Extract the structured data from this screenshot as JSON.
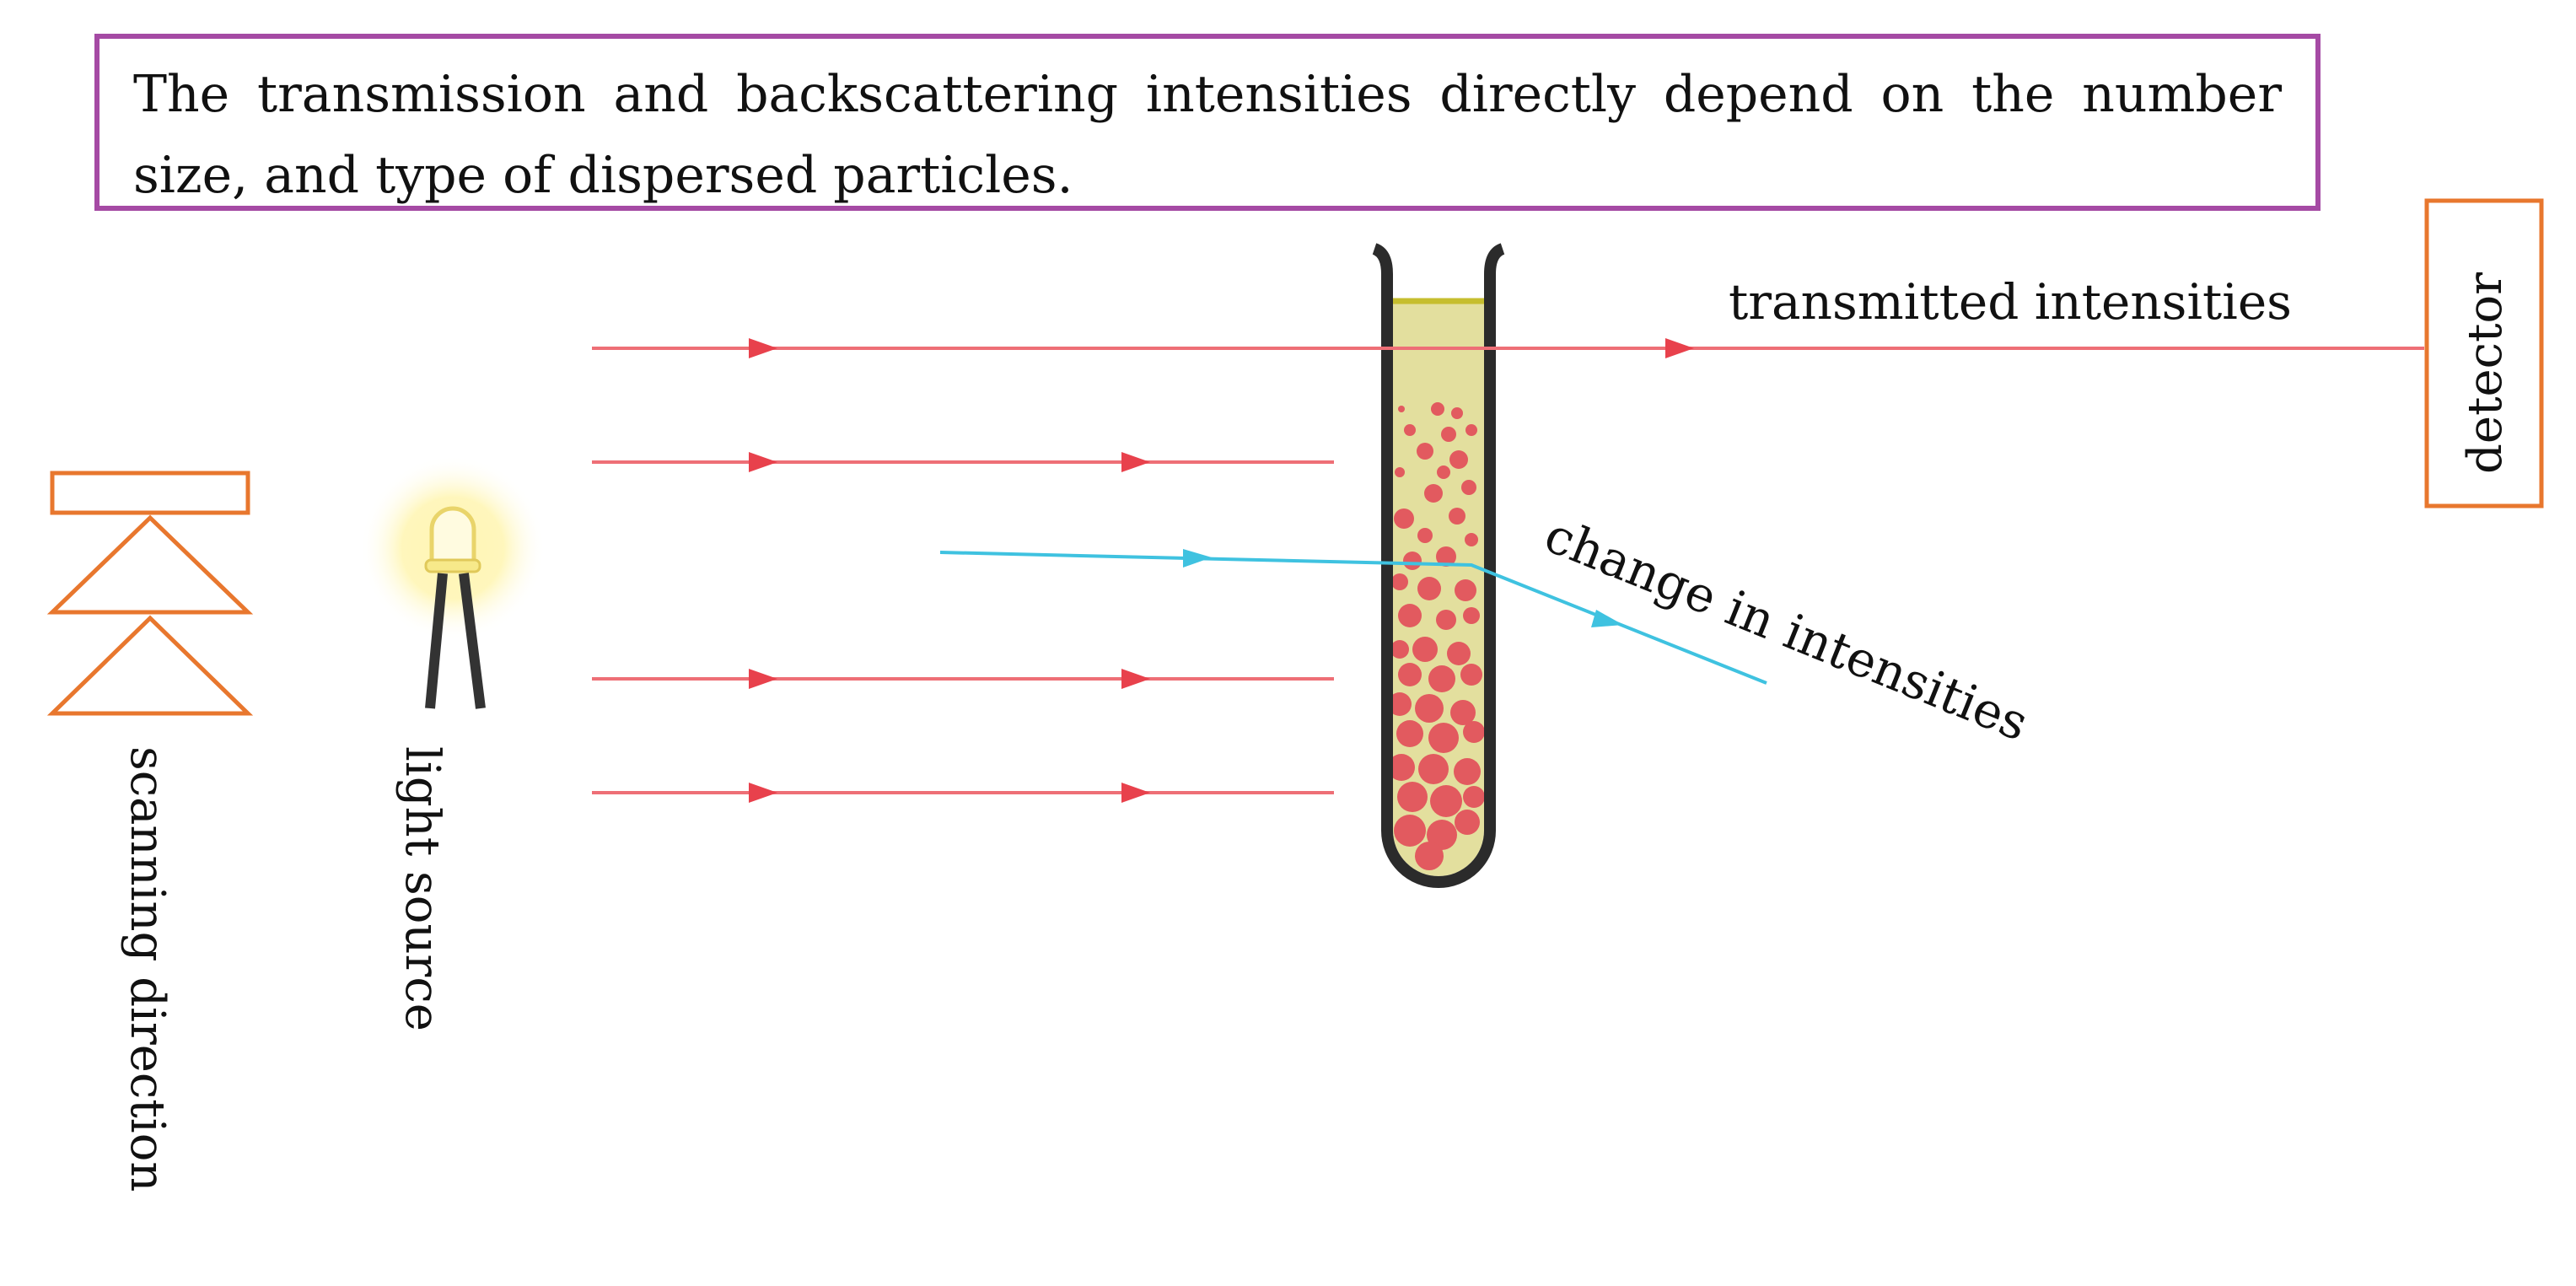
{
  "caption": {
    "text": "The transmission and backscattering intensities directly depend on the number size, and type of dispersed particles.",
    "border_color": "#a54aa4"
  },
  "labels": {
    "scanning_direction": "scanning direction",
    "light_source": "light source",
    "transmitted_intensities": "transmitted intensities",
    "detector": "detector",
    "change_in_intensities": "change in intensities"
  },
  "colors": {
    "ray": "#e8414c",
    "ray_line": "#ee6f76",
    "scattered_ray": "#3fc2e0",
    "scanner_outline": "#e8772e",
    "detector_outline": "#e8772e",
    "tube_outline": "#2b2b2b",
    "tube_liquid": "#e3df9e",
    "liquid_surface": "#c6be2e",
    "particles": "#e25a5f",
    "bulb_glow": "#fff2a8",
    "bulb_legs": "#333333"
  },
  "icons": {
    "scanner": "scanner-triangles-icon",
    "light_source": "led-bulb-icon",
    "sample": "test-tube-icon",
    "detector": "detector-box-icon"
  }
}
